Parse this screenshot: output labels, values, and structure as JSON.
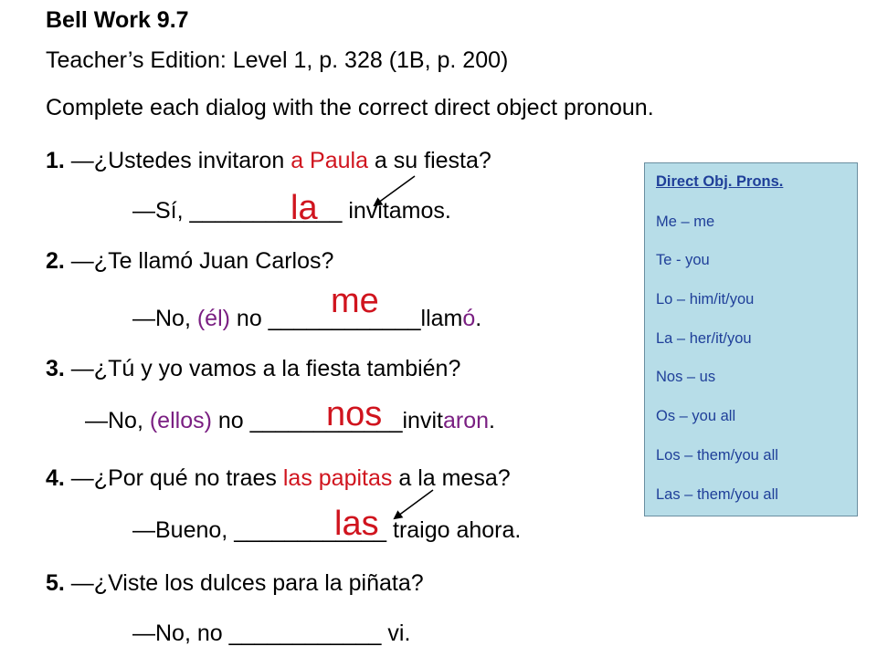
{
  "title": "Bell Work 9.7",
  "subtitle": "Teacher’s Edition: Level 1, p. 328 (1B, p. 200)",
  "instructions": "Complete each dialog with the correct direct object pronoun.",
  "blank": "____________",
  "items": [
    {
      "num": "1.",
      "q_pre": " —¿Ustedes invitaron ",
      "q_red": "a Paula",
      "q_post": " a su fiesta?",
      "r_pre": "—Sí, ",
      "r_post": " invitamos.",
      "answer": "la"
    },
    {
      "num": "2.",
      "q": " —¿Te llamó Juan Carlos?",
      "r_pre": "—No, ",
      "r_subject": "(él)",
      "r_mid": " no ",
      "r_verb": "llam",
      "r_ending": "ó",
      "r_end": ".",
      "answer": "me"
    },
    {
      "num": "3.",
      "q": " —¿Tú y yo vamos a la fiesta también?",
      "r_pre": "—No, ",
      "r_subject": "(ellos)",
      "r_mid": " no ",
      "r_verb": "invit",
      "r_ending": "aron",
      "r_end": ".",
      "answer": "nos"
    },
    {
      "num": "4.",
      "q_pre": " —¿Por qué no traes ",
      "q_red": "las papitas",
      "q_post": " a la mesa?",
      "r_pre": "—Bueno, ",
      "r_post": " traigo ahora.",
      "answer": "las"
    },
    {
      "num": "5.",
      "q": " —¿Viste los dulces para la piñata?",
      "r_pre": "—No, no ",
      "r_post": " vi."
    }
  ],
  "pronoun_box": {
    "heading": "Direct Obj. Prons.",
    "items": [
      "Me – me",
      "Te - you",
      "Lo – him/it/you",
      "La – her/it/you",
      "Nos – us",
      "Os – you all",
      "Los – them/you all",
      "Las – them/you all"
    ]
  },
  "colors": {
    "highlight_red": "#d0141e",
    "purple": "#7a1f82",
    "box_bg": "#b7dde8",
    "box_text": "#1f3f99"
  }
}
